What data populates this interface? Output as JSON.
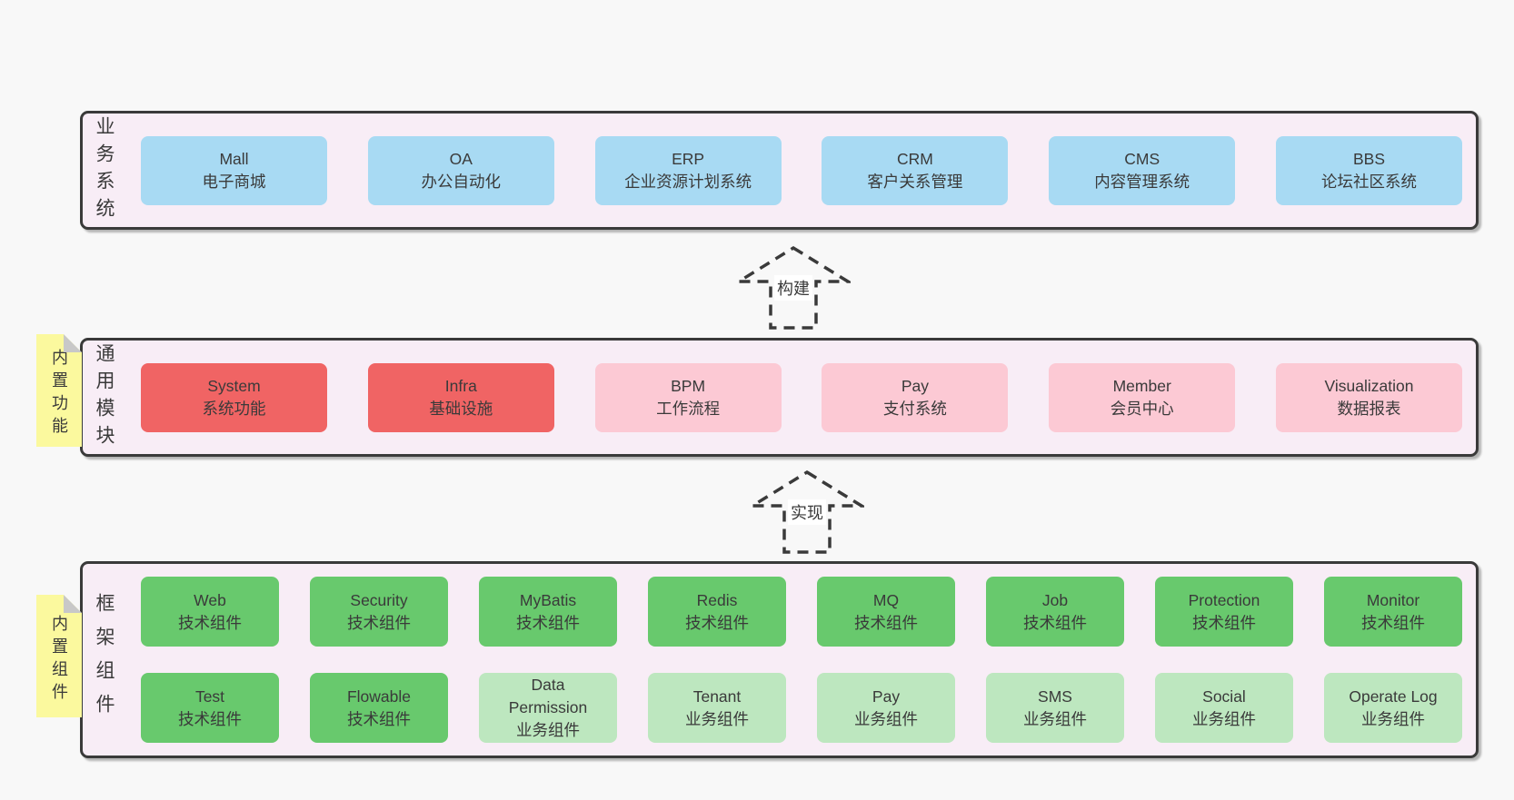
{
  "diagram": {
    "bands": [
      {
        "label": "业务系统",
        "boxes": [
          {
            "en": "Mall",
            "zh": "电子商城"
          },
          {
            "en": "OA",
            "zh": "办公自动化"
          },
          {
            "en": "ERP",
            "zh": "企业资源计划系统"
          },
          {
            "en": "CRM",
            "zh": "客户关系管理"
          },
          {
            "en": "CMS",
            "zh": "内容管理系统"
          },
          {
            "en": "BBS",
            "zh": "论坛社区系统"
          }
        ]
      },
      {
        "label": "通用模块",
        "note": "内置功能",
        "boxes": [
          {
            "en": "System",
            "zh": "系统功能"
          },
          {
            "en": "Infra",
            "zh": "基础设施"
          },
          {
            "en": "BPM",
            "zh": "工作流程"
          },
          {
            "en": "Pay",
            "zh": "支付系统"
          },
          {
            "en": "Member",
            "zh": "会员中心"
          },
          {
            "en": "Visualization",
            "zh": "数据报表"
          }
        ]
      },
      {
        "label": "框架组件",
        "note": "内置组件",
        "rows": [
          [
            {
              "en": "Web",
              "zh": "技术组件"
            },
            {
              "en": "Security",
              "zh": "技术组件"
            },
            {
              "en": "MyBatis",
              "zh": "技术组件"
            },
            {
              "en": "Redis",
              "zh": "技术组件"
            },
            {
              "en": "MQ",
              "zh": "技术组件"
            },
            {
              "en": "Job",
              "zh": "技术组件"
            },
            {
              "en": "Protection",
              "zh": "技术组件"
            },
            {
              "en": "Monitor",
              "zh": "技术组件"
            }
          ],
          [
            {
              "en": "Test",
              "zh": "技术组件"
            },
            {
              "en": "Flowable",
              "zh": "技术组件"
            },
            {
              "en": "Data Permission",
              "zh": "业务组件"
            },
            {
              "en": "Tenant",
              "zh": "业务组件"
            },
            {
              "en": "Pay",
              "zh": "业务组件"
            },
            {
              "en": "SMS",
              "zh": "业务组件"
            },
            {
              "en": "Social",
              "zh": "业务组件"
            },
            {
              "en": "Operate Log",
              "zh": "业务组件"
            }
          ]
        ]
      }
    ],
    "arrows": [
      {
        "label": "构建"
      },
      {
        "label": "实现"
      }
    ],
    "colors": {
      "page_background": "#f8f8f8",
      "band_background": "#f8edf6",
      "band_border": "#3a3a3a",
      "business_box": "#a8daf3",
      "core_module_box": "#f06464",
      "optional_module_box": "#fcc9d4",
      "tech_component_box": "#68c96d",
      "biz_component_box": "#bde7bf",
      "sticky_note": "#fbf99e",
      "note_fold": "#c8c8c8",
      "text": "#3a3a3a"
    }
  }
}
